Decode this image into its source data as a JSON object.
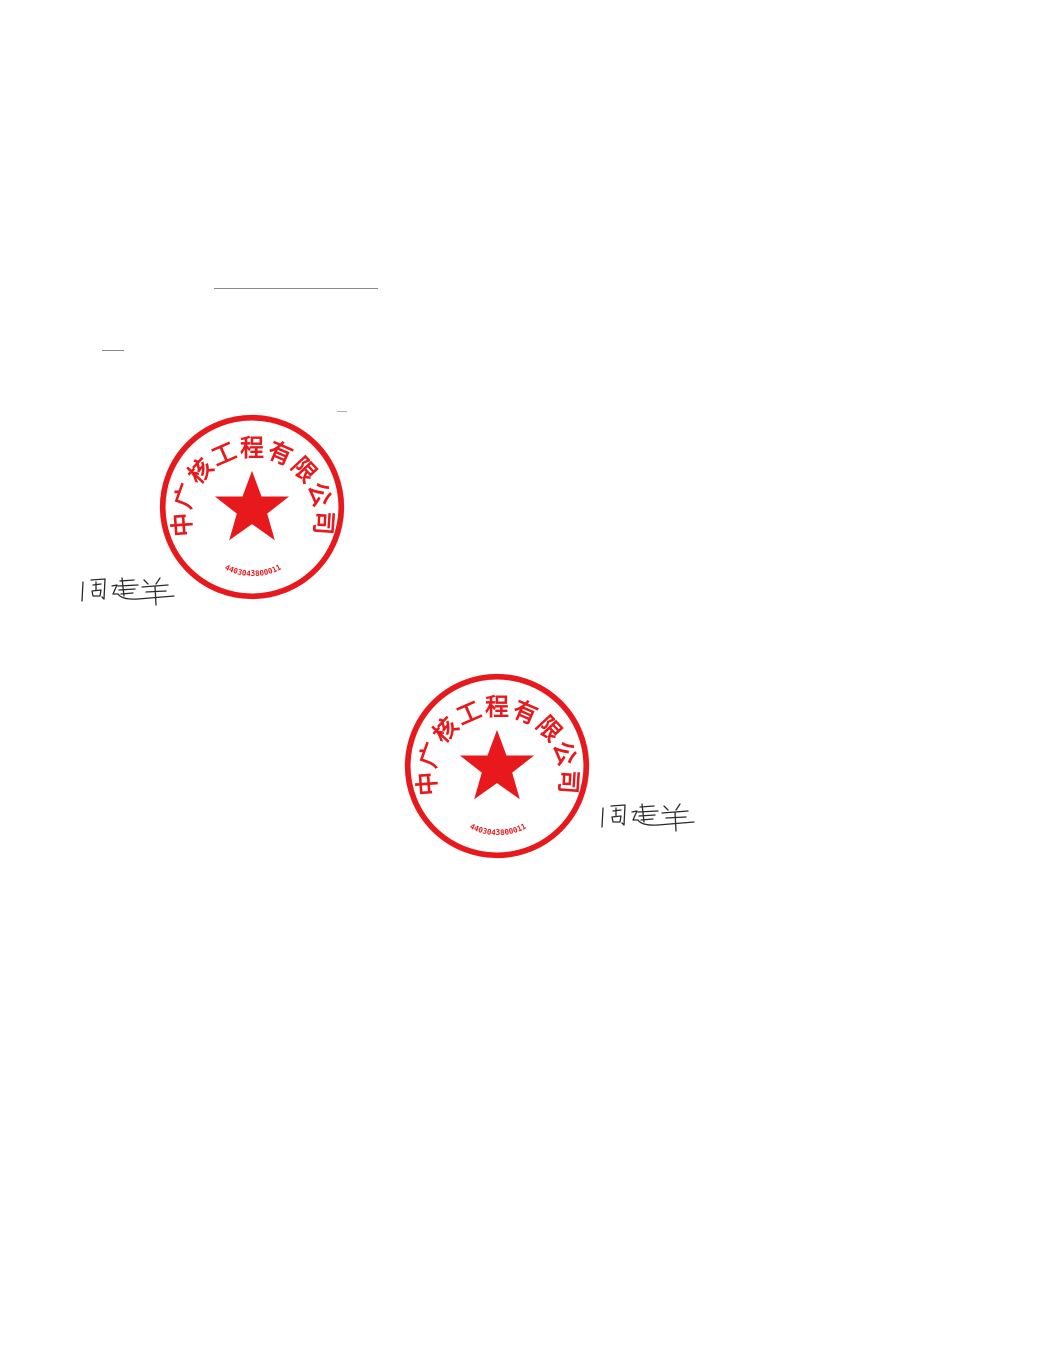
{
  "seals": [
    {
      "company_name": "中广核工程有限公司",
      "serial_number": "4403043800011",
      "color": "#e8191c"
    },
    {
      "company_name": "中广核工程有限公司",
      "serial_number": "4403043800011",
      "color": "#e8191c"
    }
  ],
  "signatures": [
    {
      "name": "周建平",
      "ink_color": "#2a2a2a"
    },
    {
      "name": "周建平",
      "ink_color": "#2a2a2a"
    }
  ]
}
